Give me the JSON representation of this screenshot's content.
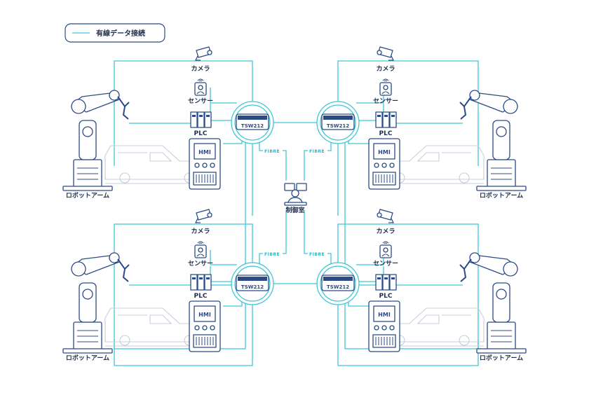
{
  "legend": {
    "text": "有線データ接続"
  },
  "center": {
    "label": "制御室"
  },
  "fibre_label": "FIBRE",
  "cells": [
    {
      "camera": "カメラ",
      "sensor": "センサー",
      "plc": "PLC",
      "hmi": "HMI",
      "robot": "ロボットアーム",
      "switch": "TSW212"
    },
    {
      "camera": "カメラ",
      "sensor": "センサー",
      "plc": "PLC",
      "hmi": "HMI",
      "robot": "ロボットアーム",
      "switch": "TSW212"
    },
    {
      "camera": "カメラ",
      "sensor": "センサー",
      "plc": "PLC",
      "hmi": "HMI",
      "robot": "ロボットアーム",
      "switch": "TSW212"
    },
    {
      "camera": "カメラ",
      "sensor": "センサー",
      "plc": "PLC",
      "hmi": "HMI",
      "robot": "ロボットアーム",
      "switch": "TSW212"
    }
  ],
  "colors": {
    "wire": "#3ec6d6",
    "device": "#2b4a86",
    "car": "#c7ced9",
    "text": "#1e2f4d"
  }
}
